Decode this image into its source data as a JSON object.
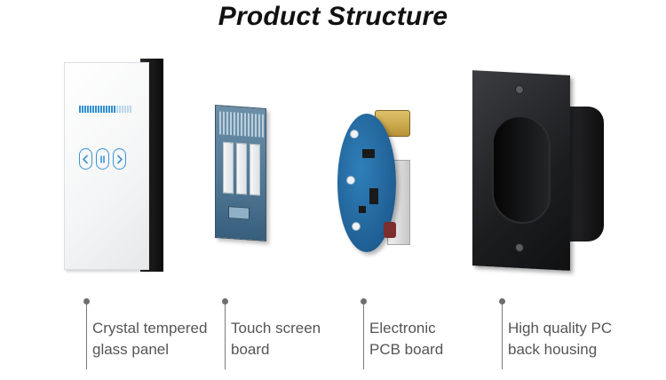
{
  "header": {
    "title": "Product Structure"
  },
  "products": [
    {
      "id": "glass",
      "label_lines": [
        "Crystal tempered",
        "glass panel"
      ]
    },
    {
      "id": "touch",
      "label_lines": [
        "Touch screen",
        "board"
      ]
    },
    {
      "id": "pcb",
      "label_lines": [
        "Electronic",
        "PCB board"
      ]
    },
    {
      "id": "housing",
      "label_lines": [
        "High quality PC",
        "back housing"
      ]
    }
  ],
  "glass_panel": {
    "indicator_level": 0.7,
    "icons": [
      "chevron-left-icon",
      "pause-icon",
      "chevron-right-icon"
    ]
  },
  "colors": {
    "accent": "#2f8fd1",
    "label_text": "#555555",
    "title_text": "#111111"
  }
}
